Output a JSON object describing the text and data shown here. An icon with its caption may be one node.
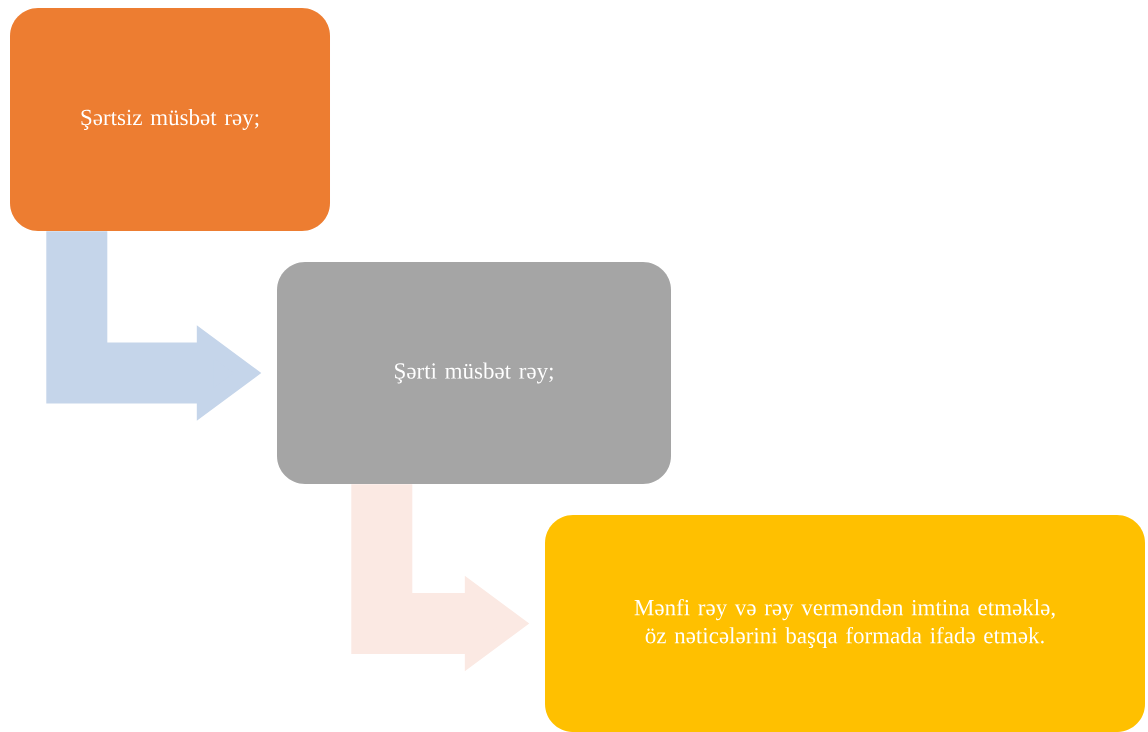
{
  "diagram": {
    "nodes": [
      {
        "text": [
          "Şərtsiz müsbət rəy;"
        ]
      },
      {
        "text": [
          "Şərti müsbət rəy;"
        ]
      },
      {
        "text": [
          "Mənfi rəy və rəy verməndən imtina etməklə, öz nəticələrini başqa formada ifadə etmək."
        ]
      }
    ],
    "edges": [
      {
        "from": 0,
        "to": 1,
        "arrow": "to",
        "color": "#c5d5ea"
      },
      {
        "from": 1,
        "to": 2,
        "arrow": "to",
        "color": "#fbe9e3"
      }
    ]
  }
}
